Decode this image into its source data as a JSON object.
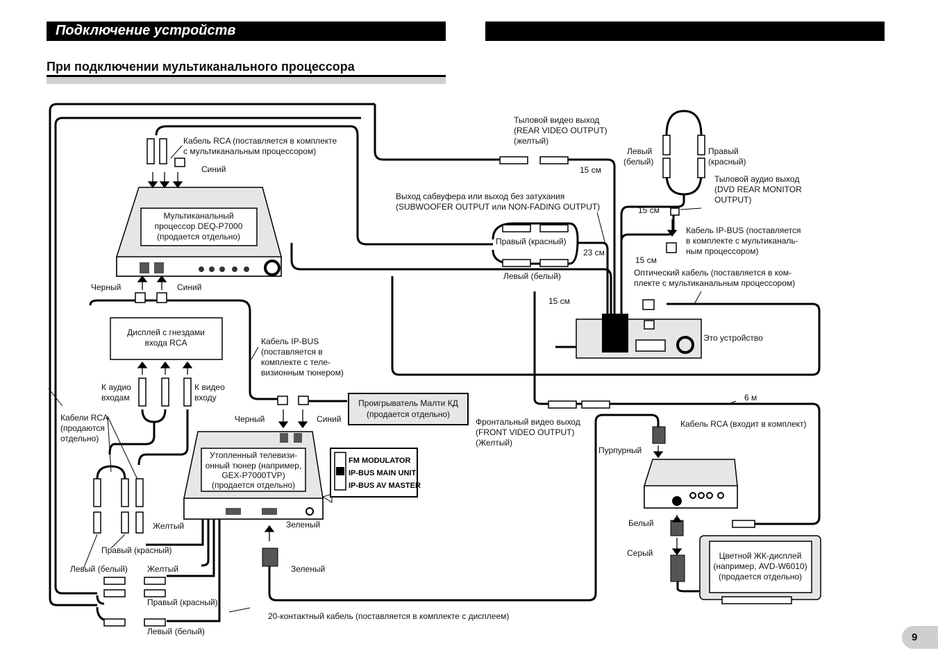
{
  "header": {
    "title": "Подключение устройств",
    "subtitle": "При подключении мультиканального процессора",
    "page_number": "9"
  },
  "devices": {
    "processor": [
      "Мультиканальный",
      "процессор DEQ-P7000",
      "(продается отдельно)"
    ],
    "display_rca": [
      "Дисплей с гнездами",
      "входа RCA"
    ],
    "multi_cd": [
      "Проигрыватель Малти КД",
      "(продается отдельно)"
    ],
    "tuner": [
      "Утопленный телевизи-",
      "онный тюнер (например,",
      "GEX-P7000TVP)",
      "(продается отдельно)"
    ],
    "lcd": [
      "Цветной ЖК-дисплей",
      "(например, AVD-W6010)",
      "(продается отдельно)"
    ],
    "head_unit": "Это устройство"
  },
  "switch_modes": [
    "FM MODULATOR",
    "IP-BUS MAIN UNIT",
    "IP-BUS AV MASTER"
  ],
  "labels": {
    "rca_cable_proc": [
      "Кабель RCA (поставляется в комплекте",
      "с мультиканальным процессором)"
    ],
    "blue": "Синий",
    "black": "Черный",
    "rear_video": [
      "Тыловой видео выход",
      "(REAR VIDEO OUTPUT)",
      "(желтый)"
    ],
    "left_white": [
      "Левый",
      "(белый)"
    ],
    "right_red": [
      "Правый",
      "(красный)"
    ],
    "rear_audio": [
      "Тыловой аудио выход",
      "(DVD REAR MONITOR",
      "OUTPUT)"
    ],
    "len_15": "15 см",
    "len_23": "23 см",
    "len_6m": "6 м",
    "sub_out": [
      "Выход сабвуфера или выход без затухания",
      "(SUBWOOFER OUTPUT или NON-FADING OUTPUT)"
    ],
    "right_red_paren": "Правый (красный)",
    "left_white_paren": "Левый (белый)",
    "ipbus_proc": [
      "Кабель IP-BUS (поставляется",
      "в комплекте с мультиканаль-",
      "ным процессором)"
    ],
    "optical": [
      "Оптический кабель (поставляется в ком-",
      "плекте с мультиканальным процессором)"
    ],
    "ipbus_tuner": [
      "Кабель IP-BUS",
      "(поставляется в",
      "комплекте с теле-",
      "визионным тюнером)"
    ],
    "audio_in": [
      "К аудио",
      "входам"
    ],
    "video_in": [
      "К видео",
      "входу"
    ],
    "rca_cables": [
      "Кабели RCA",
      "(продаются",
      "отдельно)"
    ],
    "front_video": [
      "Фронтальный видео выход",
      "(FRONT VIDEO OUTPUT)",
      "(Желтый)"
    ],
    "rca_included": "Кабель RCA (входит в комплект)",
    "purple": "Пурпурный",
    "white": "Белый",
    "gray": "Серый",
    "yellow": "Желтый",
    "green": "Зеленый",
    "cable20": "20-контактный кабель (поставляется в комплекте с дисплеем)"
  }
}
